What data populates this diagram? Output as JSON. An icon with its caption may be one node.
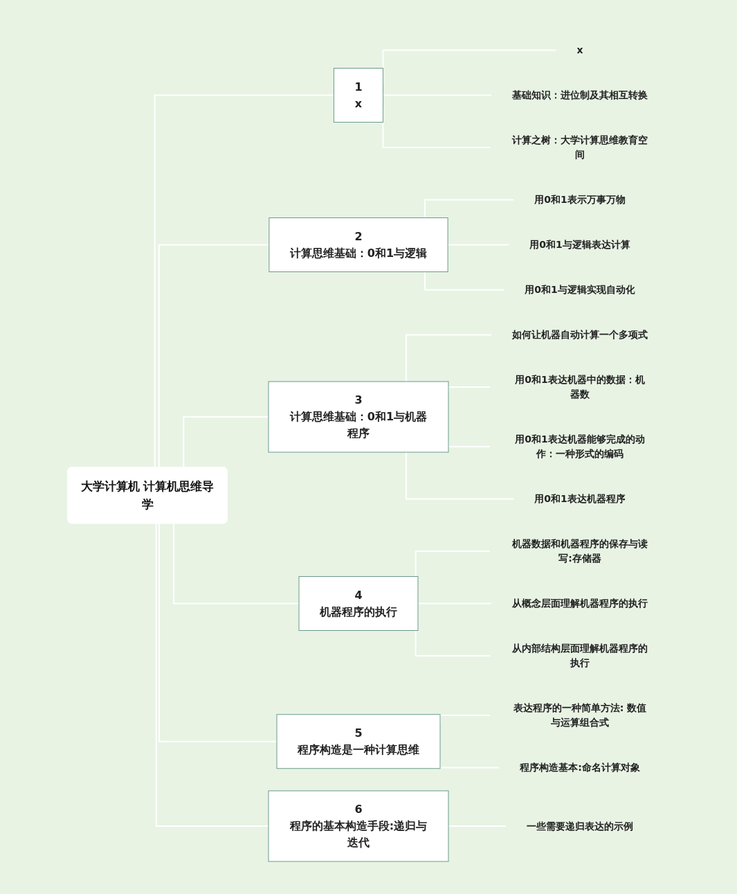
{
  "diagram": {
    "nodes": [
      {
        "text": [
          "大学计算机 计算机思维导学"
        ]
      },
      {
        "text": [
          "1",
          "x"
        ]
      },
      {
        "text": [
          "x"
        ]
      },
      {
        "text": [
          "基础知识：进位制及其相互转换"
        ]
      },
      {
        "text": [
          "计算之树：大学计算思维教育空间"
        ]
      },
      {
        "text": [
          "2",
          "计算思维基础：0和1与逻辑"
        ]
      },
      {
        "text": [
          "用0和1表示万事万物"
        ]
      },
      {
        "text": [
          "用0和1与逻辑表达计算"
        ]
      },
      {
        "text": [
          "用0和1与逻辑实现自动化"
        ]
      },
      {
        "text": [
          "3",
          "计算思维基础：0和1与机器程序"
        ]
      },
      {
        "text": [
          "如何让机器自动计算一个多项式"
        ]
      },
      {
        "text": [
          "用0和1表达机器中的数据：机器数"
        ]
      },
      {
        "text": [
          "用0和1表达机器能够完成的动作：一种形式的编码"
        ]
      },
      {
        "text": [
          "用0和1表达机器程序"
        ]
      },
      {
        "text": [
          "4",
          "机器程序的执行"
        ]
      },
      {
        "text": [
          "机器数据和机器程序的保存与读写:存储器"
        ]
      },
      {
        "text": [
          "从概念层面理解机器程序的执行"
        ]
      },
      {
        "text": [
          "从内部结构层面理解机器程序的执行"
        ]
      },
      {
        "text": [
          "5",
          "程序构造是一种计算思维"
        ]
      },
      {
        "text": [
          "表达程序的一种简单方法: 数值与运算组合式"
        ]
      },
      {
        "text": [
          "程序构造基本:命名计算对象"
        ]
      },
      {
        "text": [
          "6",
          "程序的基本构造手段:递归与迭代"
        ]
      },
      {
        "text": [
          "一些需要递归表达的示例"
        ]
      }
    ],
    "edges": [
      {
        "from": 0,
        "to": 1,
        "arrow": "none"
      },
      {
        "from": 1,
        "to": 2,
        "arrow": "none"
      },
      {
        "from": 1,
        "to": 3,
        "arrow": "none"
      },
      {
        "from": 1,
        "to": 4,
        "arrow": "none"
      },
      {
        "from": 0,
        "to": 5,
        "arrow": "none"
      },
      {
        "from": 5,
        "to": 6,
        "arrow": "none"
      },
      {
        "from": 5,
        "to": 7,
        "arrow": "none"
      },
      {
        "from": 5,
        "to": 8,
        "arrow": "none"
      },
      {
        "from": 0,
        "to": 9,
        "arrow": "none"
      },
      {
        "from": 9,
        "to": 10,
        "arrow": "none"
      },
      {
        "from": 9,
        "to": 11,
        "arrow": "none"
      },
      {
        "from": 9,
        "to": 12,
        "arrow": "none"
      },
      {
        "from": 9,
        "to": 13,
        "arrow": "none"
      },
      {
        "from": 0,
        "to": 14,
        "arrow": "none"
      },
      {
        "from": 14,
        "to": 15,
        "arrow": "none"
      },
      {
        "from": 14,
        "to": 16,
        "arrow": "none"
      },
      {
        "from": 14,
        "to": 17,
        "arrow": "none"
      },
      {
        "from": 0,
        "to": 18,
        "arrow": "none"
      },
      {
        "from": 18,
        "to": 19,
        "arrow": "none"
      },
      {
        "from": 18,
        "to": 20,
        "arrow": "none"
      },
      {
        "from": 0,
        "to": 21,
        "arrow": "none"
      },
      {
        "from": 21,
        "to": 22,
        "arrow": "none"
      }
    ]
  }
}
